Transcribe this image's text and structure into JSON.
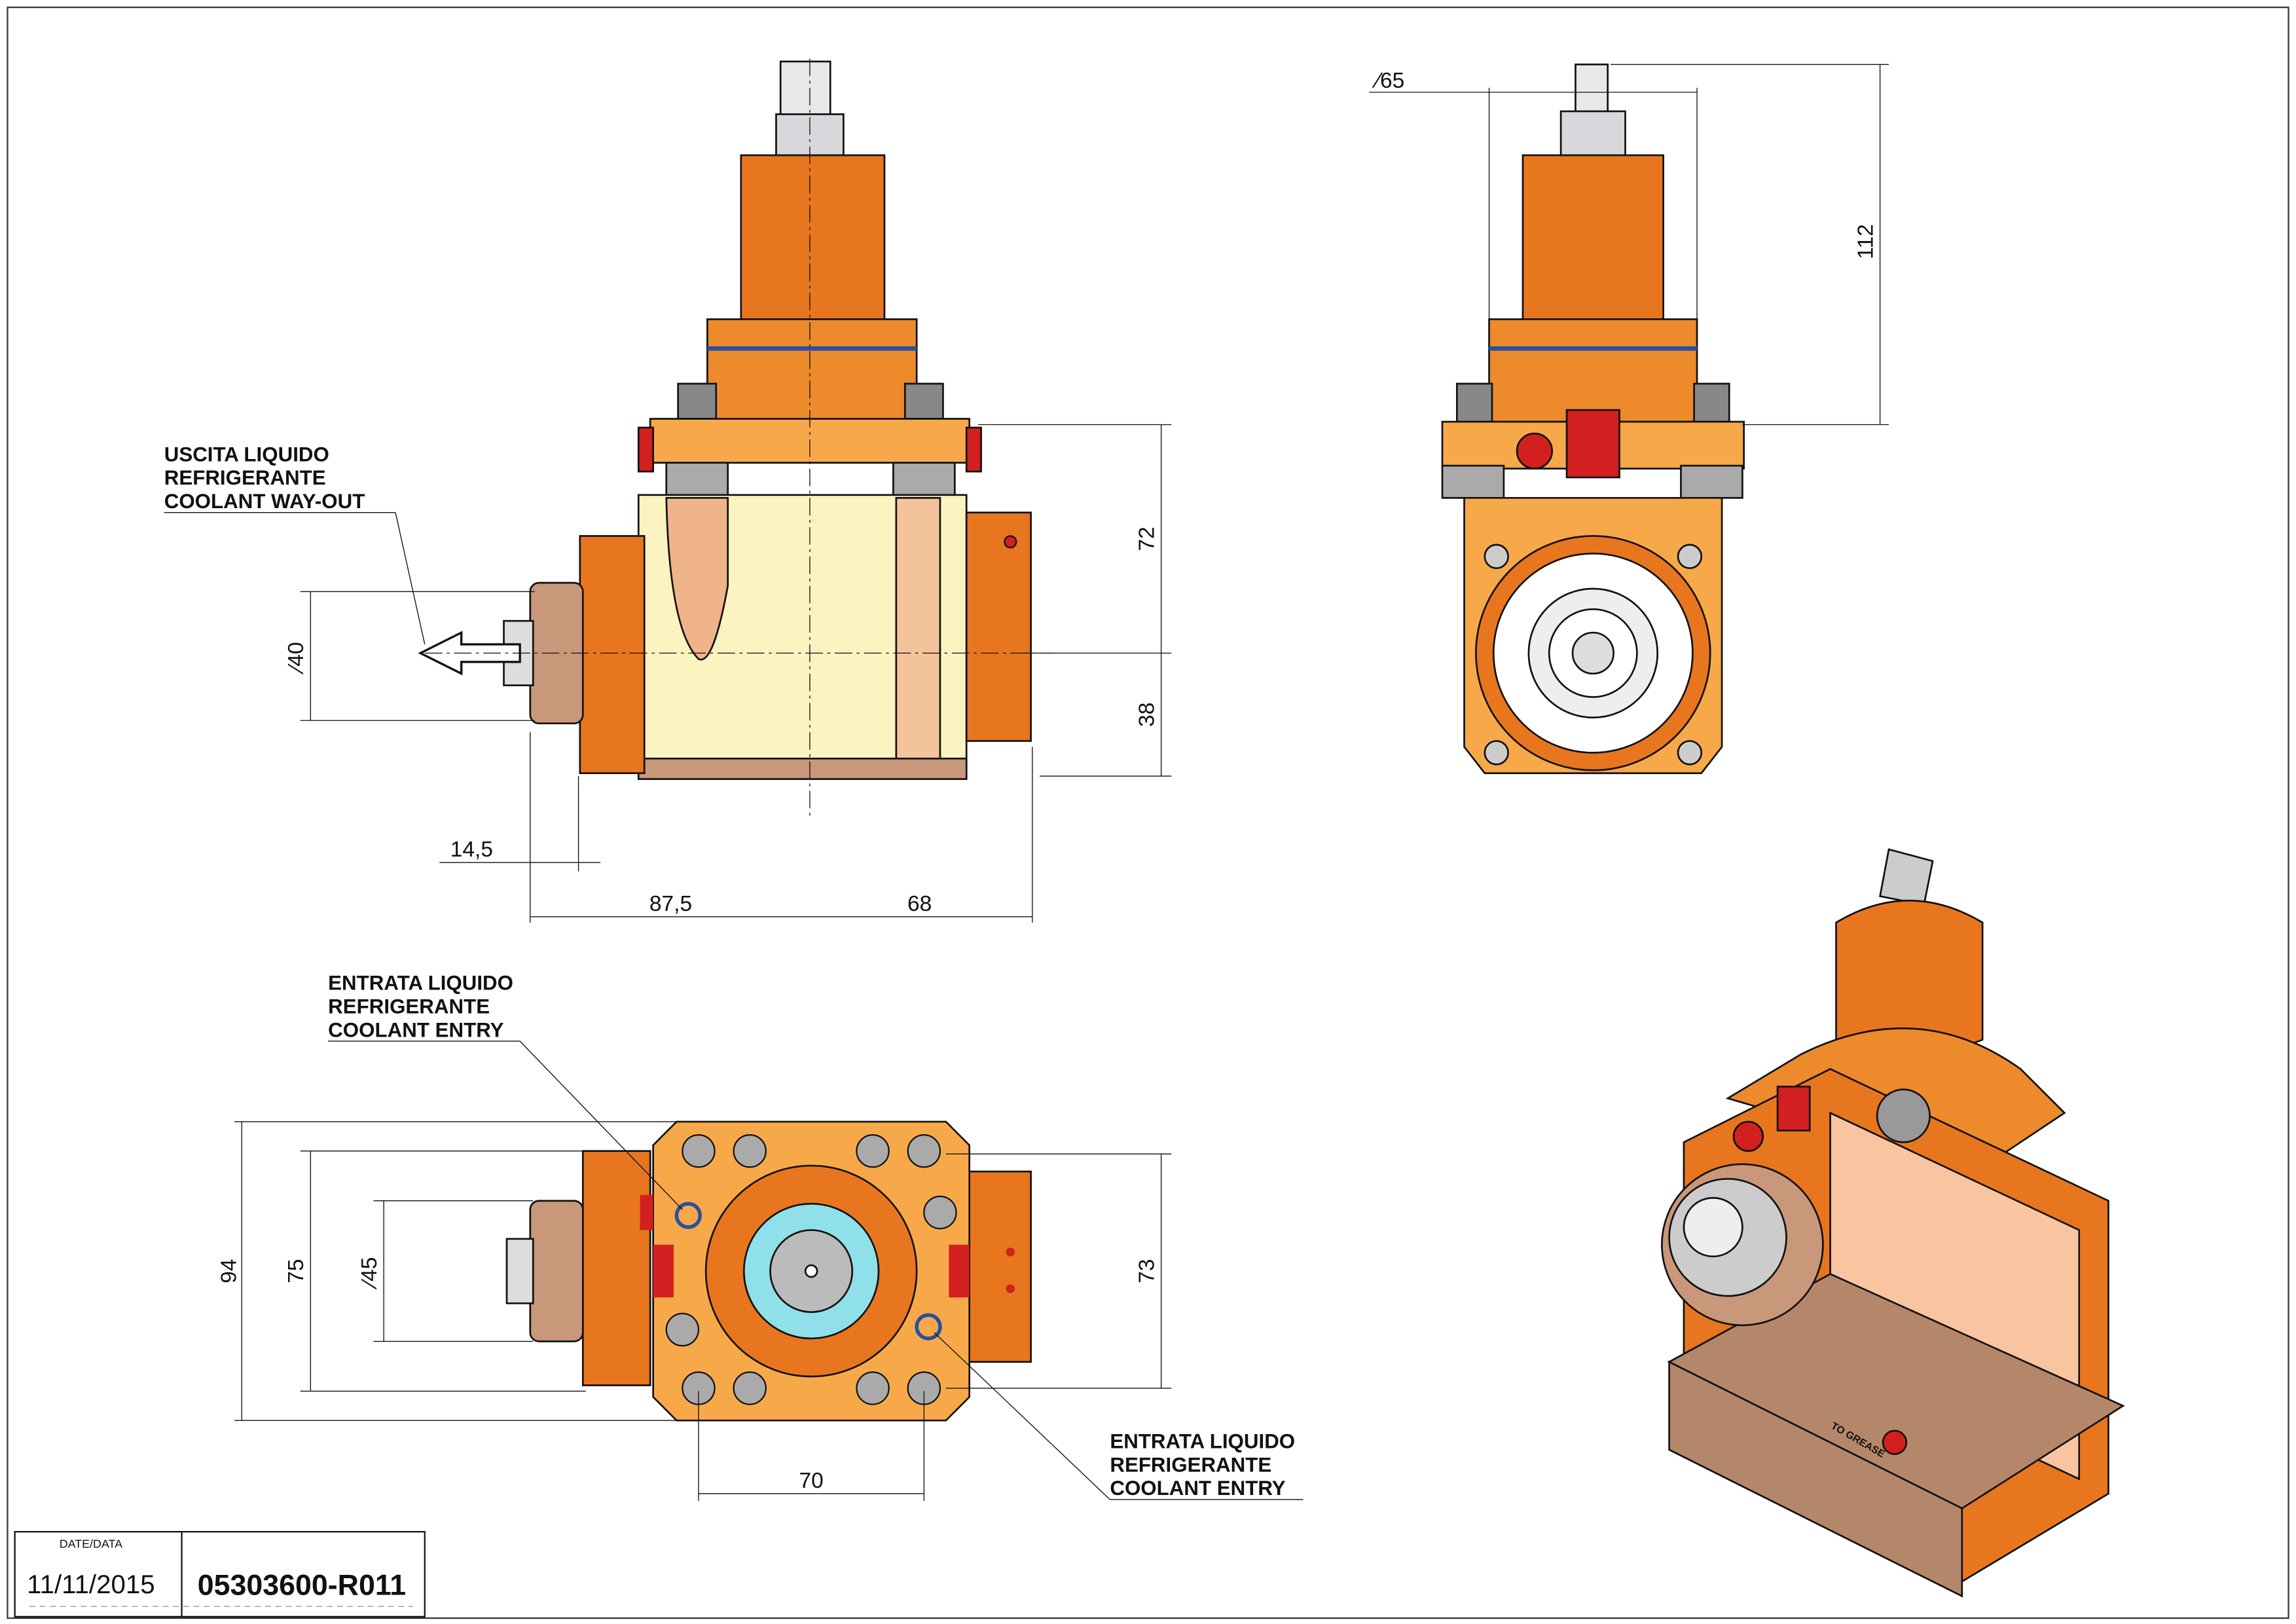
{
  "drawing": {
    "labels": {
      "coolant_out": [
        "USCITA LIQUIDO",
        "REFRIGERANTE",
        "COOLANT WAY-OUT"
      ],
      "coolant_entry_top": [
        "ENTRATA LIQUIDO",
        "REFRIGERANTE",
        "COOLANT ENTRY"
      ],
      "coolant_entry_bottom": [
        "ENTRATA LIQUIDO",
        "REFRIGERANTE",
        "COOLANT ENTRY"
      ],
      "grease": "TO GREASE"
    },
    "dimensions": {
      "d65": "∕65",
      "h112": "112",
      "h72": "72",
      "h38": "38",
      "d40": "∕40",
      "w14_5": "14,5",
      "w87_5": "87,5",
      "w68": "68",
      "h94": "94",
      "h75": "75",
      "d45": "∕45",
      "h73": "73",
      "w70": "70"
    },
    "colors": {
      "orange": "#e8761e",
      "light_orange": "#f7a94a",
      "cream": "#fbf3c0",
      "red": "#d21f1f",
      "tan": "#b5876a"
    }
  },
  "title_block": {
    "date_label": "DATE/DATA",
    "date": "11/11/2015",
    "code": "05303600-R011"
  }
}
